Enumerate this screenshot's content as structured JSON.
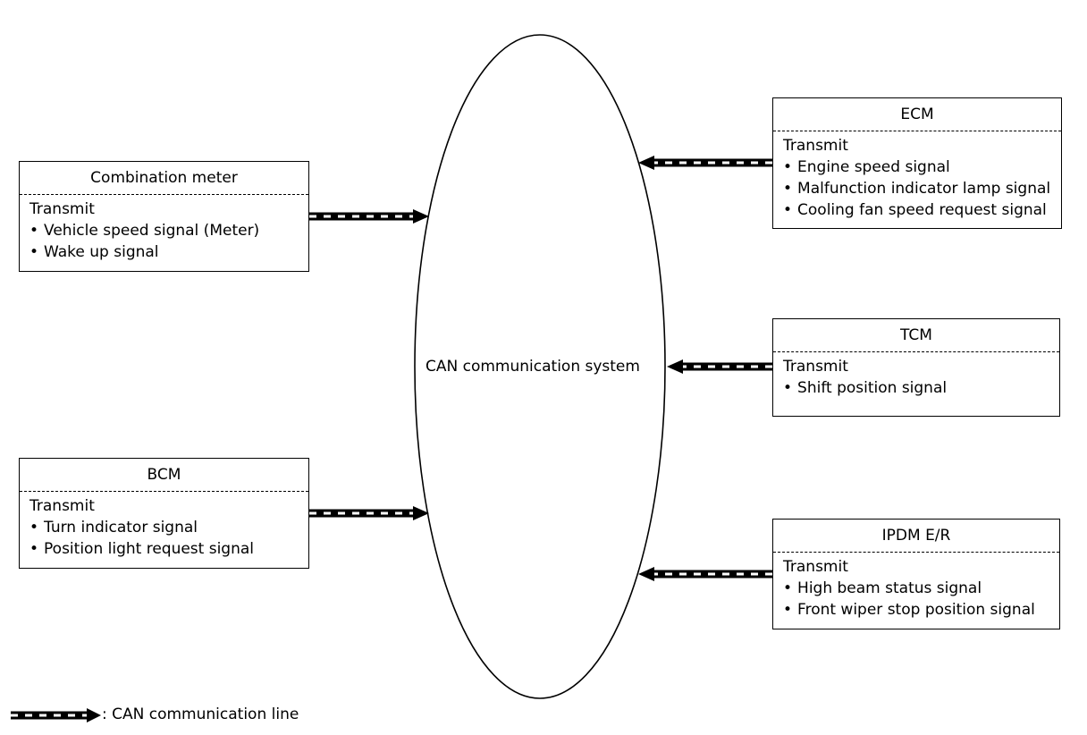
{
  "center": {
    "label": "CAN communication system"
  },
  "units": [
    {
      "id": "combination-meter",
      "title": "Combination meter",
      "sub": "Transmit",
      "items": [
        "Vehicle speed signal (Meter)",
        "Wake up signal"
      ]
    },
    {
      "id": "bcm",
      "title": "BCM",
      "sub": "Transmit",
      "items": [
        "Turn indicator signal",
        "Position light request signal"
      ]
    },
    {
      "id": "ecm",
      "title": "ECM",
      "sub": "Transmit",
      "items": [
        "Engine speed signal",
        "Malfunction indicator lamp signal",
        "Cooling fan speed request signal"
      ]
    },
    {
      "id": "tcm",
      "title": "TCM",
      "sub": "Transmit",
      "items": [
        "Shift position signal"
      ]
    },
    {
      "id": "ipdm",
      "title": "IPDM E/R",
      "sub": "Transmit",
      "items": [
        "High beam status signal",
        "Front wiper stop position signal"
      ]
    }
  ],
  "bullet": "•",
  "legend": {
    "label": ": CAN communication line"
  }
}
